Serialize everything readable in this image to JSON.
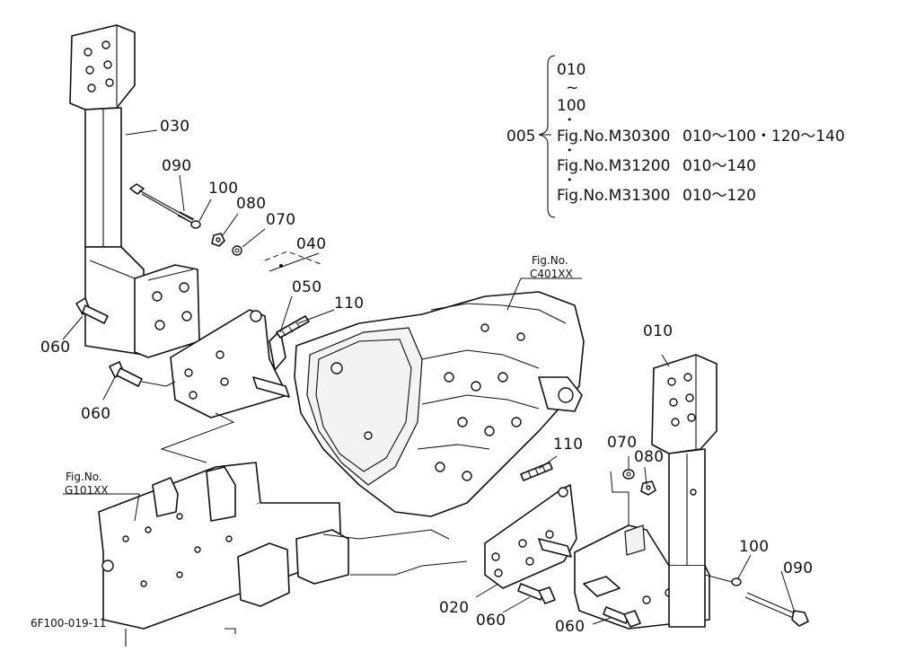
{
  "callouts": {
    "p030": "030",
    "p090_top": "090",
    "p100_top": "100",
    "p080_top": "080",
    "p070_top": "070",
    "p040": "040",
    "p050": "050",
    "p110_top": "110",
    "p060_a": "060",
    "p060_b": "060",
    "p010": "010",
    "p110_bottom": "110",
    "p070_bottom": "070",
    "p080_bottom": "080",
    "p100_bottom": "100",
    "p090_bottom": "090",
    "p020": "020",
    "p060_c": "060",
    "p060_d": "060"
  },
  "fig_refs": {
    "transmission": {
      "line1": "Fig.No.",
      "line2": "C401XX"
    },
    "frame": {
      "line1": "Fig.No.",
      "line2": "G101XX"
    }
  },
  "assembly_note": {
    "part": "005",
    "range_top": "010",
    "tilde": "~",
    "range_bottom": "100",
    "rows": [
      {
        "fig": "Fig.No.M30300",
        "range": "010～100・120～140"
      },
      {
        "fig": "Fig.No.M31200",
        "range": "010～140"
      },
      {
        "fig": "Fig.No.M31300",
        "range": "010～120"
      }
    ]
  },
  "drawing_number": "6F100-019-11"
}
